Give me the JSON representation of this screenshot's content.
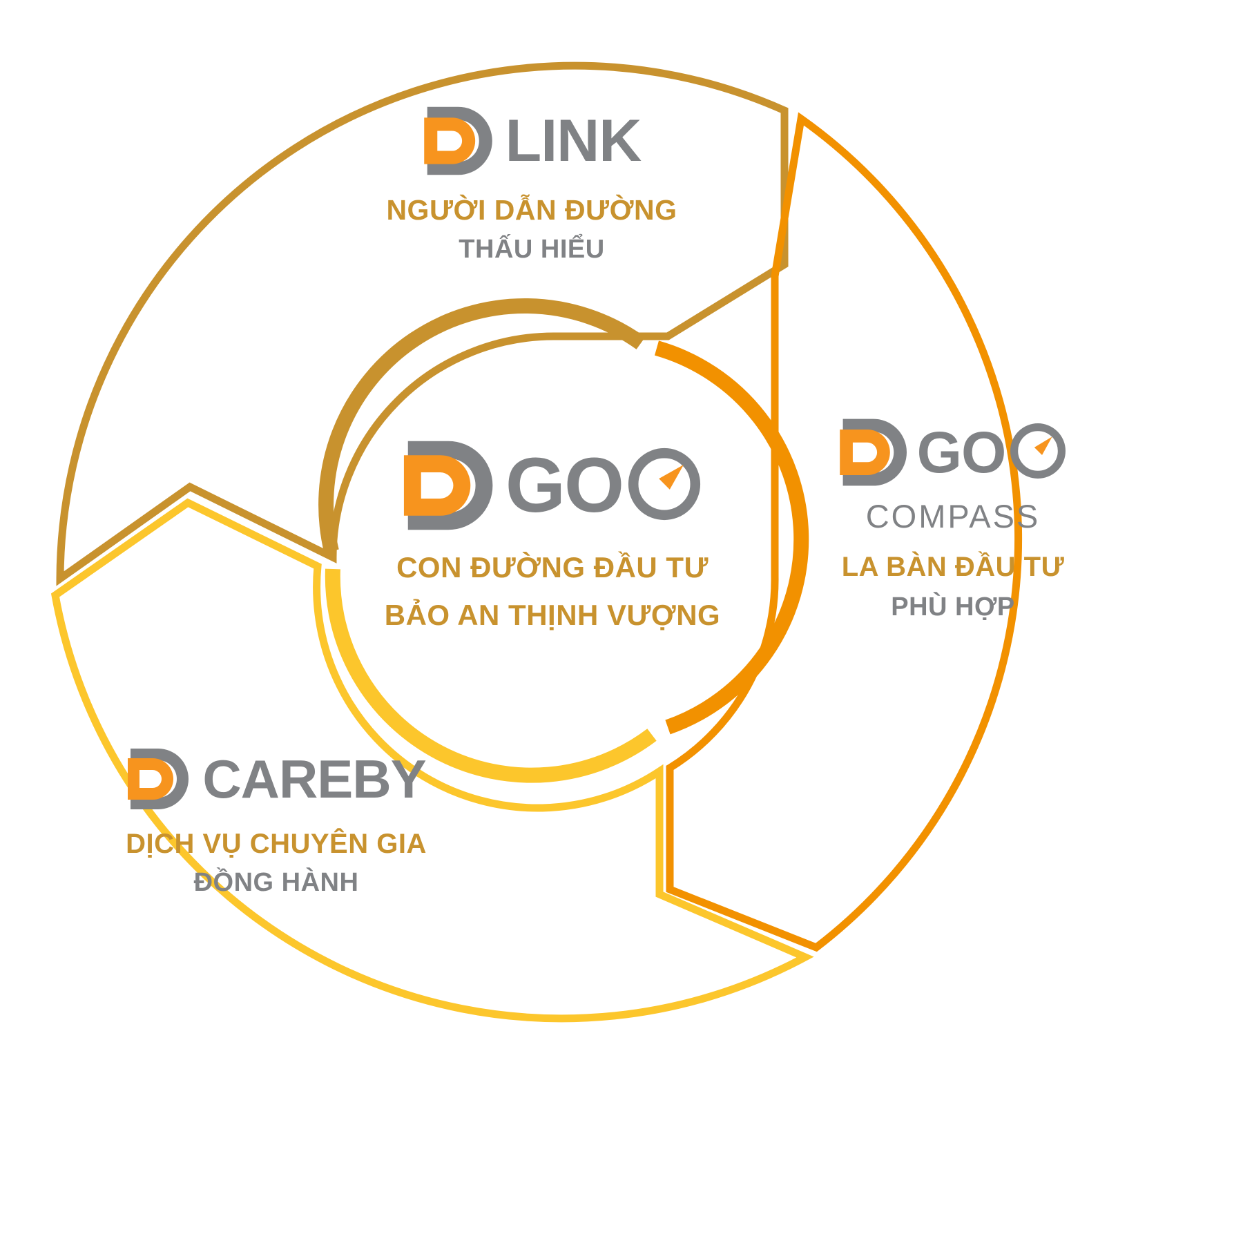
{
  "diagram": {
    "title": "DGO ecosystem circular diagram",
    "colors": {
      "gray": "#808285",
      "orange": "#F7941E",
      "gold": "#C8922E",
      "yellow": "#FCC92B",
      "background": "#FFFFFF"
    }
  },
  "center": {
    "logo_d": "D",
    "logo_word": "GO",
    "logo_icon": "compass-icon",
    "caption_line1": "CON ĐƯỜNG ĐẦU TƯ",
    "caption_line2": "BẢO AN THỊNH VƯỢNG"
  },
  "segments": [
    {
      "id": "link",
      "position": "top",
      "logo_d": "D",
      "logo_word": "LINK",
      "caption_line1": "NGƯỜI DẪN ĐƯỜNG",
      "caption_line2": "THẤU HIỂU",
      "color": "#C8922E"
    },
    {
      "id": "compass",
      "position": "right",
      "logo_d": "D",
      "logo_word": "GO",
      "logo_icon": "compass-icon",
      "logo_sub": "COMPASS",
      "caption_line1": "LA BÀN ĐẦU TƯ",
      "caption_line2": "PHÙ HỢP",
      "color": "#F7941E"
    },
    {
      "id": "careby",
      "position": "bottom-left",
      "logo_d": "D",
      "logo_word": "CAREBY",
      "caption_line1": "DỊCH VỤ CHUYÊN GIA",
      "caption_line2": "ĐỒNG HÀNH",
      "color": "#FCC92B"
    }
  ]
}
